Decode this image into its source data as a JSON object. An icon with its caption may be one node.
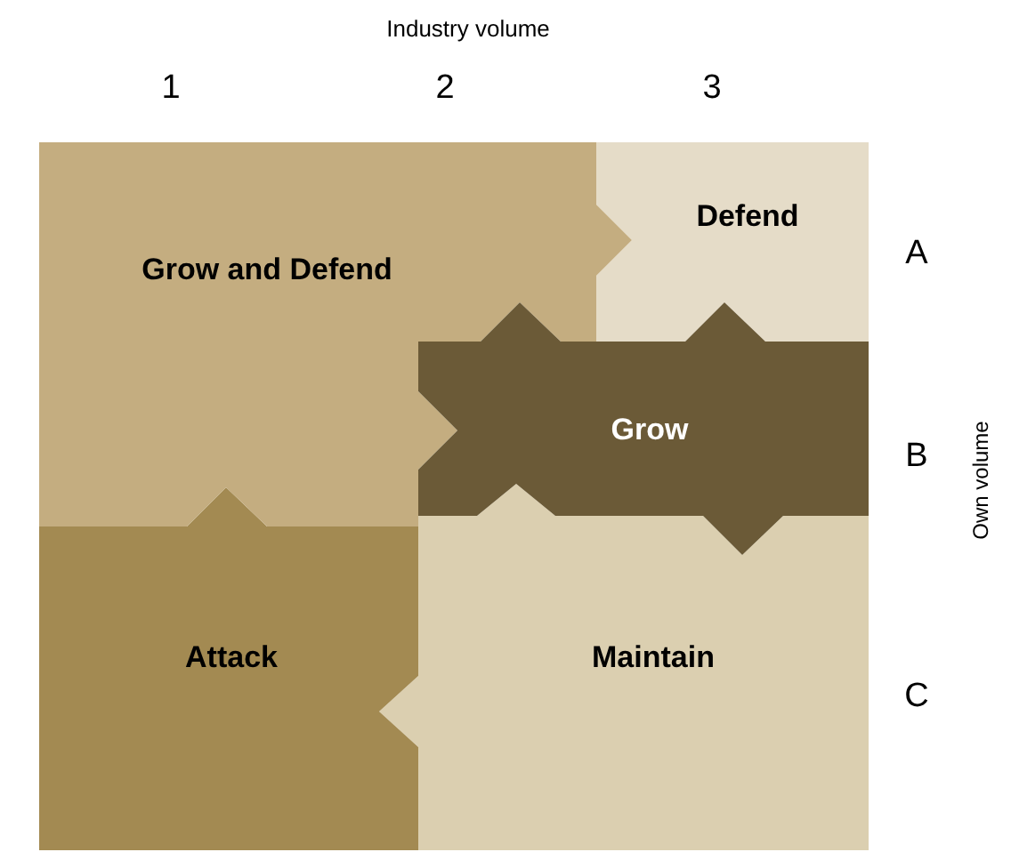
{
  "diagram": {
    "nodes": [
      {
        "text": [
          "Grow and Defend"
        ]
      },
      {
        "text": [
          "Defend"
        ]
      },
      {
        "text": [
          "Grow"
        ]
      },
      {
        "text": [
          "Attack"
        ]
      },
      {
        "text": [
          "Maintain"
        ]
      }
    ],
    "labels": [
      "Industry volume",
      "1",
      "2",
      "3",
      "A",
      "Own volume",
      "B",
      "C"
    ]
  }
}
